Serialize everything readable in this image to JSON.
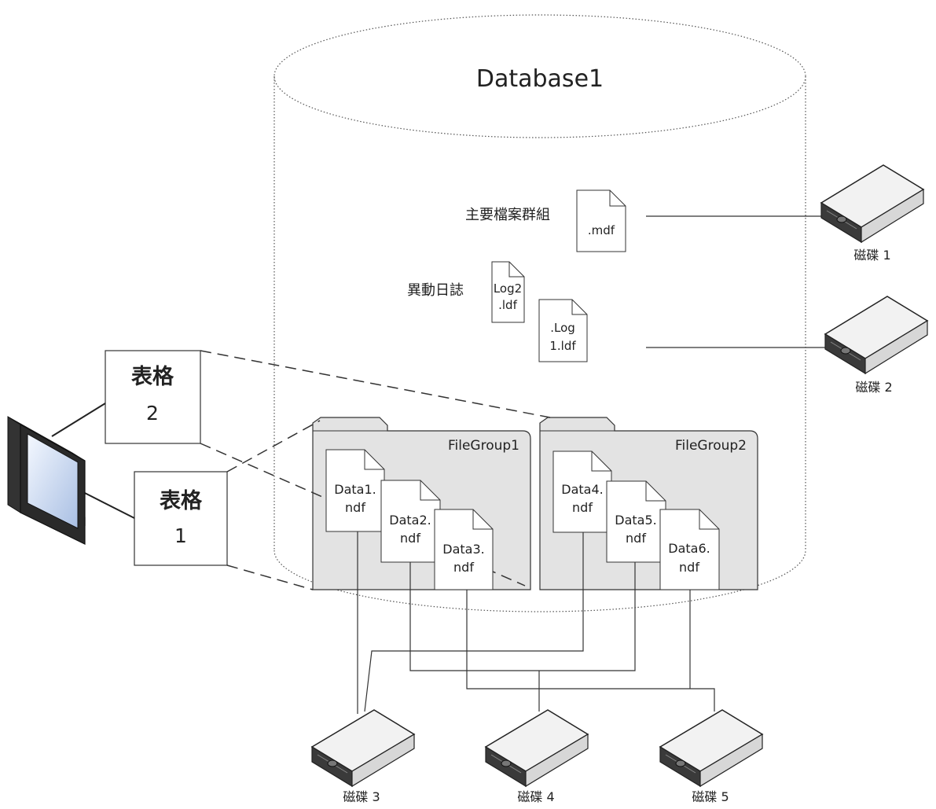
{
  "database": {
    "title": "Database1"
  },
  "primary_filegroup": {
    "label": "主要檔案群組",
    "file": ".mdf"
  },
  "transaction_log": {
    "label": "異動日誌",
    "files": [
      [
        "Log2",
        ".ldf"
      ],
      [
        ".Log",
        "1.ldf"
      ]
    ]
  },
  "tables": [
    {
      "line1": "表格",
      "line2": "2"
    },
    {
      "line1": "表格",
      "line2": "1"
    }
  ],
  "filegroups": [
    {
      "name": "FileGroup1",
      "files": [
        [
          "Data1.",
          "ndf"
        ],
        [
          "Data2.",
          "ndf"
        ],
        [
          "Data3.",
          "ndf"
        ]
      ]
    },
    {
      "name": "FileGroup2",
      "files": [
        [
          "Data4.",
          "ndf"
        ],
        [
          "Data5.",
          "ndf"
        ],
        [
          "Data6.",
          "ndf"
        ]
      ]
    }
  ],
  "disks": [
    "磁碟 1",
    "磁碟 2",
    "磁碟 3",
    "磁碟 4",
    "磁碟 5"
  ]
}
